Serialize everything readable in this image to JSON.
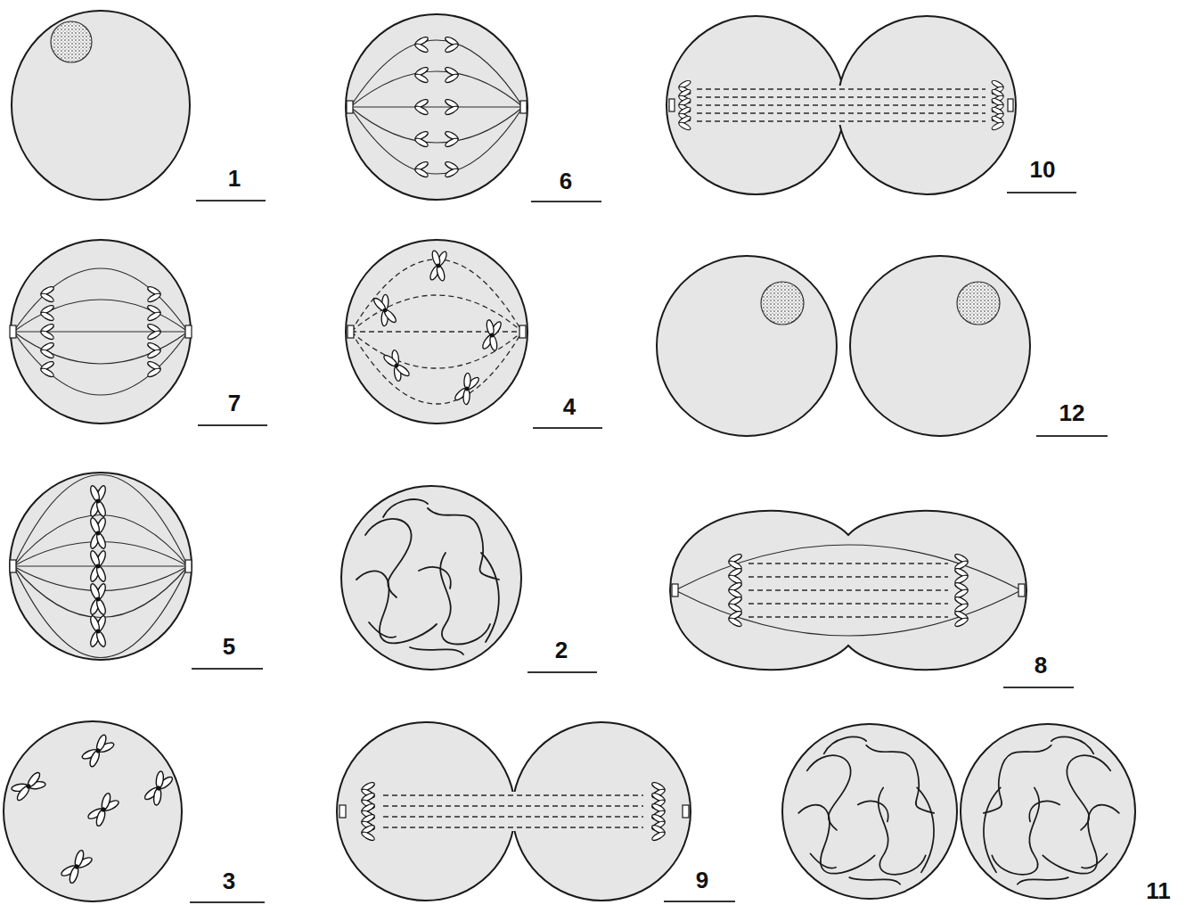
{
  "diagram": {
    "labels": [
      "1",
      "6",
      "10",
      "7",
      "4",
      "12",
      "5",
      "2",
      "8",
      "3",
      "9",
      "11"
    ]
  }
}
